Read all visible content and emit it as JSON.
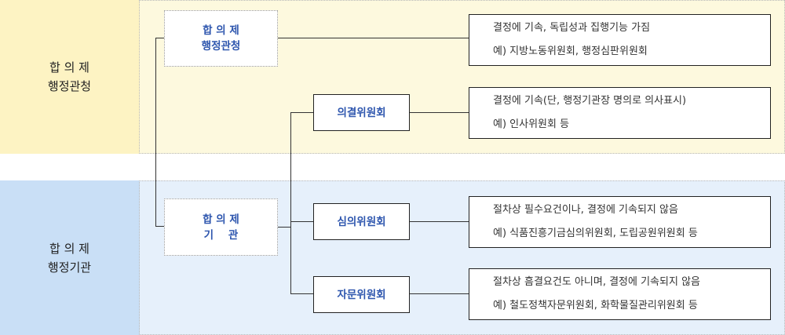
{
  "bands": [
    {
      "label_lines": [
        "합 의 제",
        "행정관청"
      ],
      "bg": "#fdf9de"
    },
    {
      "label_lines": [
        "합 의 제",
        "행정기관"
      ],
      "bg": "#e6f0fb"
    }
  ],
  "label_bg": [
    "#fdf3c3",
    "#c9dff6"
  ],
  "nodes": {
    "agency": [
      "합 의 제",
      "행정관청"
    ],
    "institution": [
      "합 의 제",
      "기    관"
    ],
    "resolution_committee": "의결위원회",
    "deliberation_committee": "심의위원회",
    "advisory_committee": "자문위원회"
  },
  "descriptions": {
    "agency": [
      "결정에 기속, 독립성과 집행기능 가짐",
      "예) 지방노동위원회, 행정심판위원회"
    ],
    "resolution": [
      "결정에 기속(단, 행정기관장 명의로 의사표시)",
      "예) 인사위원회 등"
    ],
    "deliberation": [
      "절차상 필수요건이나, 결정에 기속되지 않음",
      "예) 식품진흥기금심의위원회, 도립공원위원회 등"
    ],
    "advisory": [
      "절차상 흠결요건도 아니며, 결정에 기속되지 않음",
      "예) 철도정책자문위원회, 화학물질관리위원회 등"
    ]
  },
  "colors": {
    "node_text": "#2e56ae",
    "line": "#333333"
  }
}
